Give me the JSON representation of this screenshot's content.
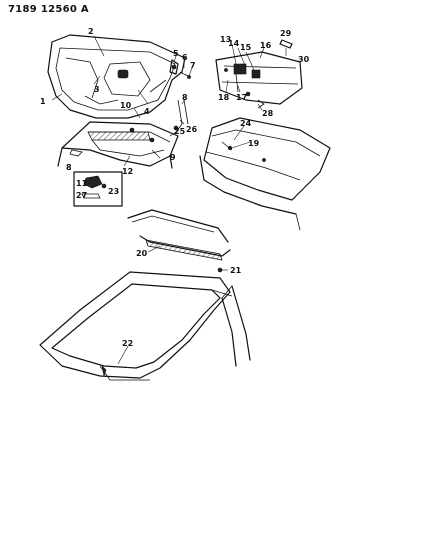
{
  "header": {
    "code": "7189 12560 A"
  },
  "callouts": {
    "c1": "1",
    "c2": "2",
    "c3": "3",
    "c4": "4",
    "c5": "5",
    "c6": "6",
    "c7": "7",
    "c8a": "8",
    "c8b": "8",
    "c9": "9",
    "c10": "10",
    "c11": "11",
    "c12": "12",
    "c13": "13",
    "c14": "14",
    "c15": "15",
    "c16": "16",
    "c17": "17",
    "c18": "18",
    "c19": "19",
    "c20": "20",
    "c21": "21",
    "c22": "22",
    "c23": "23",
    "c24": "24",
    "c25": "25",
    "c26": "26",
    "c27": "27",
    "c28": "28",
    "c29": "29",
    "c30": "30"
  }
}
